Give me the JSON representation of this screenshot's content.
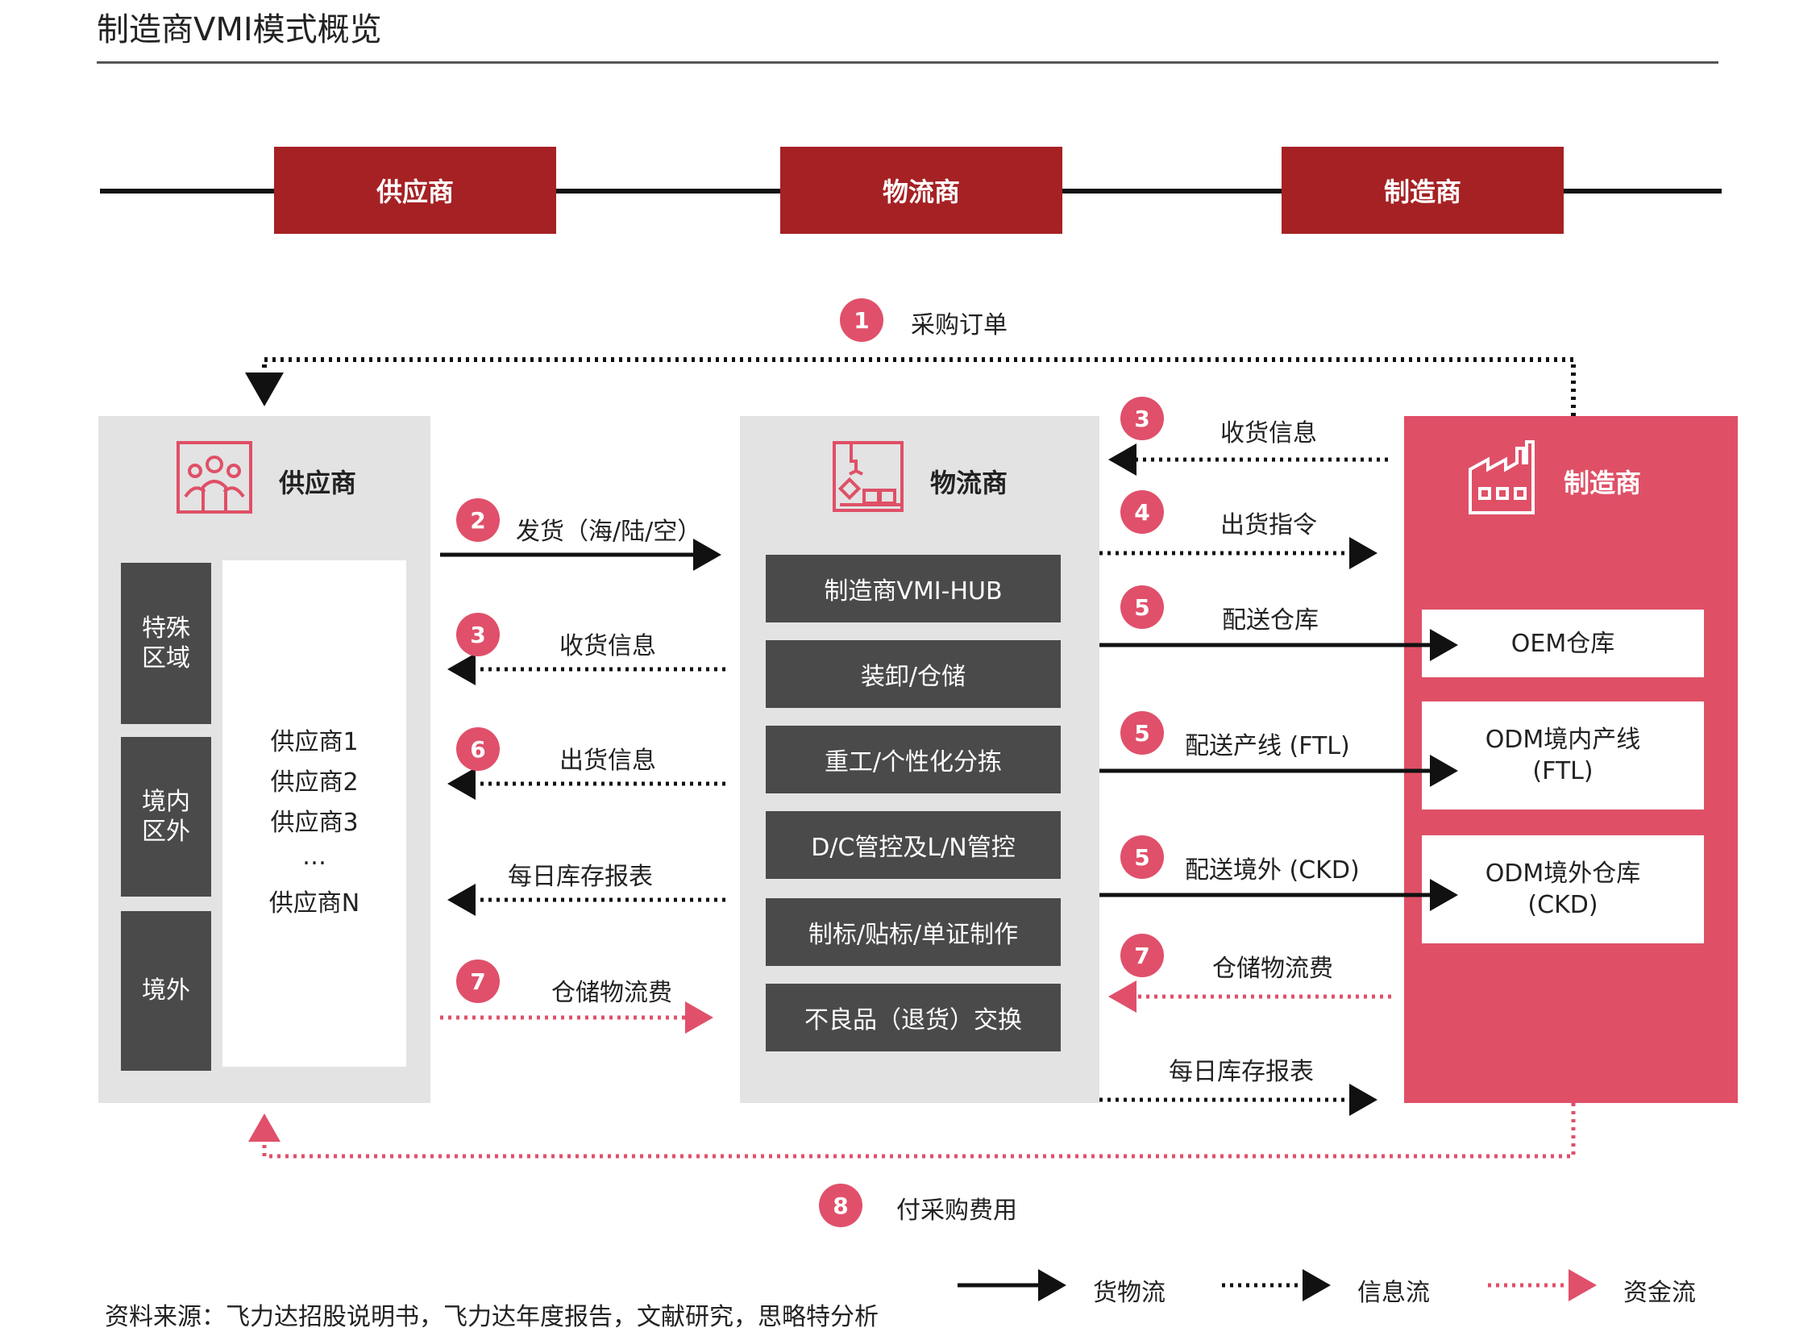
{
  "title": "制造商VMI模式概览",
  "roles": [
    "供应商",
    "物流商",
    "制造商"
  ],
  "supplier_panel": {
    "title": "供应商",
    "regions": [
      "特殊区域",
      "境内区外",
      "境外"
    ],
    "suppliers": [
      "供应商1",
      "供应商2",
      "供应商3",
      "…",
      "供应商N"
    ]
  },
  "logistics_panel": {
    "title": "物流商",
    "services": [
      "制造商VMI-HUB",
      "装卸/仓储",
      "重工/个性化分拣",
      "D/C管控及L/N管控",
      "制标/贴标/单证制作",
      "不良品（退货）交换"
    ]
  },
  "manufacturer_panel": {
    "title": "制造商",
    "warehouses": [
      {
        "line1": "OEM仓库",
        "line2": ""
      },
      {
        "line1": "ODM境内产线",
        "line2": "(FTL)"
      },
      {
        "line1": "ODM境外仓库",
        "line2": "(CKD)"
      }
    ]
  },
  "flows": {
    "f1": {
      "num": "1",
      "label": "采购订单"
    },
    "f2": {
      "num": "2",
      "label": "发货（海/陆/空）"
    },
    "f3a": {
      "num": "3",
      "label": "收货信息"
    },
    "f6": {
      "num": "6",
      "label": "出货信息"
    },
    "f_daily_left": {
      "label": "每日库存报表"
    },
    "f7a": {
      "num": "7",
      "label": "仓储物流费"
    },
    "f3b": {
      "num": "3",
      "label": "收货信息"
    },
    "f4": {
      "num": "4",
      "label": "出货指令"
    },
    "f5a": {
      "num": "5",
      "label": "配送仓库"
    },
    "f5b": {
      "num": "5",
      "label": "配送产线 (FTL)"
    },
    "f5c": {
      "num": "5",
      "label": "配送境外 (CKD)"
    },
    "f7b": {
      "num": "7",
      "label": "仓储物流费"
    },
    "f_daily_right": {
      "label": "每日库存报表"
    },
    "f8": {
      "num": "8",
      "label": "付采购费用"
    }
  },
  "legend": [
    "货物流",
    "信息流",
    "资金流"
  ],
  "source": "资料来源：飞力达招股说明书，飞力达年度报告，文献研究，思略特分析",
  "colors": {
    "dark_red": "#a52124",
    "pink": "#df5067",
    "badge": "#e0506a",
    "dark_grey": "#4a4a4a",
    "light_grey": "#e3e3e3"
  }
}
